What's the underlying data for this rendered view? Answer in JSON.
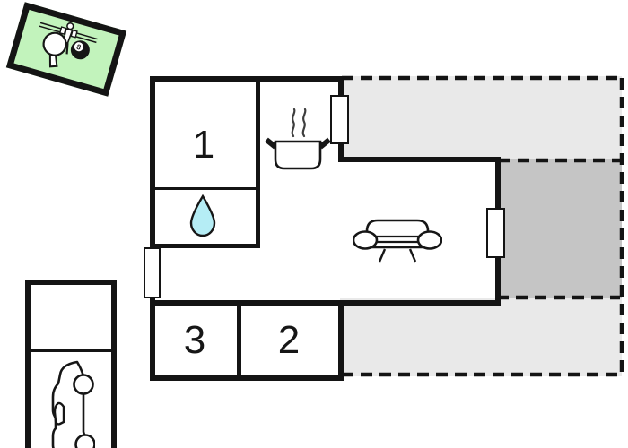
{
  "colors": {
    "background": "#ffffff",
    "wall": "#141414",
    "terrace_light": "#e9e9e9",
    "terrace_dark": "#c5c5c5",
    "green": "#c2f3bc",
    "drop": "#b5edf5",
    "steam": "#3d3d3d"
  },
  "rooms": {
    "room1": {
      "label": "1"
    },
    "room2": {
      "label": "2"
    },
    "room3": {
      "label": "3"
    }
  },
  "game_room": {
    "eight_ball_label": "8",
    "icons": [
      "table-tennis-paddle-icon",
      "foosball-player-icon",
      "eight-ball-icon"
    ]
  },
  "icons": {
    "bathroom": "water-drop-icon",
    "kitchen": "cooking-pot-steam-icon",
    "living_room": "sofa-icon",
    "garage": "car-icon"
  }
}
